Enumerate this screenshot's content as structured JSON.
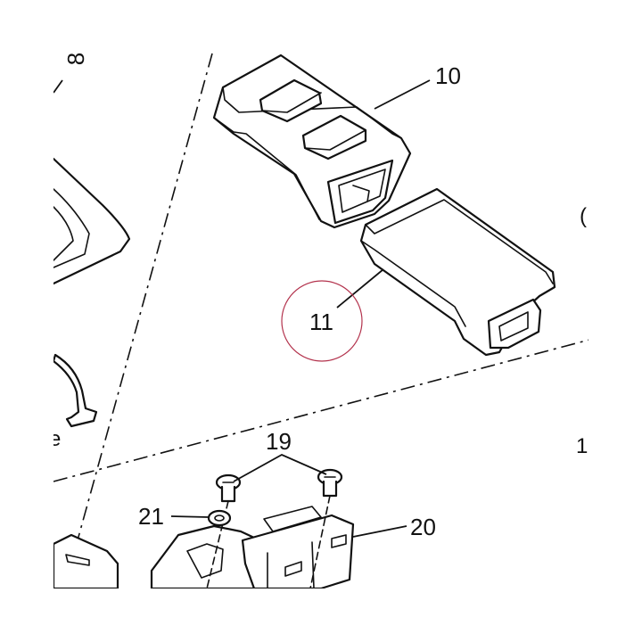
{
  "diagram": {
    "callouts": {
      "part_8": "8",
      "part_10": "10",
      "part_11": "11",
      "part_19": "19",
      "part_20": "20",
      "part_21": "21"
    },
    "edge_fragments": {
      "right_top": "(",
      "right_mid": "1",
      "left_mid": "e"
    },
    "highlight": {
      "target": "11",
      "color": "#b3334d"
    }
  }
}
